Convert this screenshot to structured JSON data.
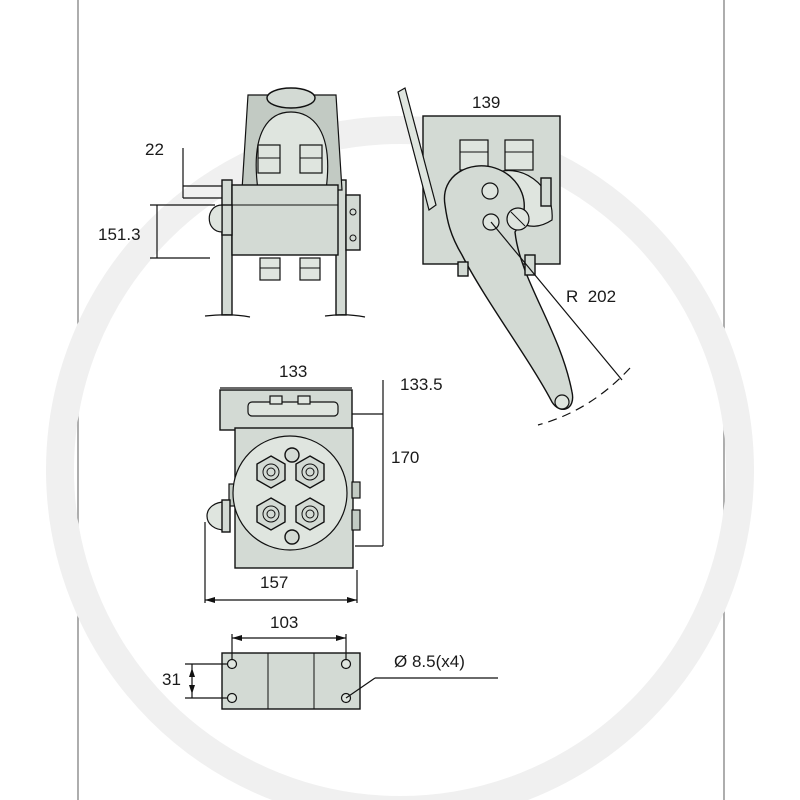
{
  "dimensions": {
    "top_view_width": "139",
    "front_offset": "22",
    "front_height": "151.3",
    "handle_radius": "R  202",
    "middle_top_width": "133",
    "middle_side_offset": "133.5",
    "middle_height": "170",
    "middle_base_width": "157",
    "base_hole_spacing": "103",
    "base_hole_depth": "31",
    "hole_diameter": "Ø 8.5(x4)"
  },
  "colors": {
    "part_fill": "#d3dad4",
    "outline": "#111111",
    "frame": "#777777"
  }
}
